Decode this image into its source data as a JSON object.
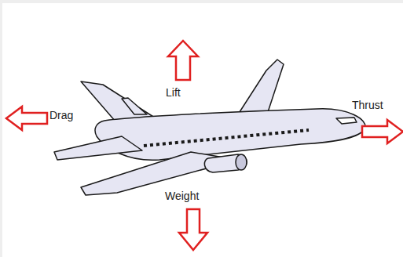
{
  "diagram": {
    "labels": [
      "Lift",
      "Drag",
      "Thrust",
      "Weight"
    ]
  }
}
